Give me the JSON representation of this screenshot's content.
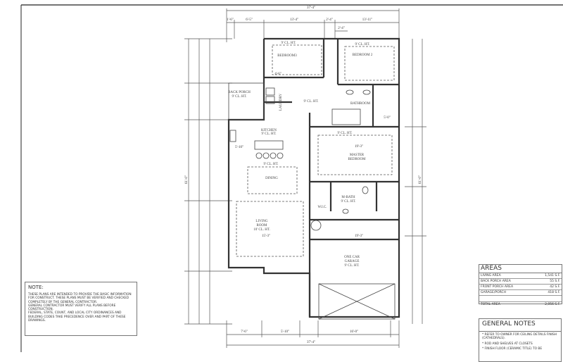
{
  "rooms": {
    "bedroom3": "BEDROOM3",
    "bedroom3_ht": "9' CL. HT.",
    "bedroom2": "BEDROOM 2",
    "bedroom2_ht": "9' CL. HT.",
    "back_porch": "BACK PORCH",
    "back_porch_ht": "9' CL. HT.",
    "laundry": "LAUNDRY",
    "hall_ht": "9' CL. HT.",
    "bathroom": "BATHROOM",
    "kitchen": "KITCHEN",
    "kitchen_ht": "9' CL. HT.",
    "master1": "MASTER",
    "master2": "BEDROOM",
    "master_ht": "9' CL. HT.",
    "dining": "DINING",
    "dining_ht": "9' CL. HT.",
    "living1": "LIVING",
    "living2": "ROOM",
    "living_ht": "10' CL. HT.",
    "mbath": "M-BATH",
    "mbath_ht": "9' CL. HT.",
    "wic": "W.I.C.",
    "garage1": "ONE CAR",
    "garage2": "GARAGE",
    "garage_ht": "9' CL. HT."
  },
  "dimensions": {
    "top_total": "37'-4\"",
    "top_1": "1'-6\"",
    "top_2": "6'-5\"",
    "top_3": "13'-4\"",
    "top_4": "2'-4\"",
    "top_5": "13'-11\"",
    "top_6": "2'-4\"",
    "bottom_total": "37'-4\"",
    "bottom_1": "7'-6\"",
    "bottom_2": "5'-10\"",
    "bottom_3": "16'-0\"",
    "left_total": "61'-0\"",
    "right_total": "61'-0\"",
    "master_w": "19'-3\"",
    "garage_w": "19'-3\"",
    "living_w": "15'-3\"",
    "kitchen_w": "5'-10\"",
    "bed3_w": "4'-6\"",
    "bath_w": "5'-0\""
  },
  "note": {
    "title": "NOTE:",
    "lines": [
      "These plans are intended to provide the basic information for construct. These plans must be verified and checked completely by the general contractor.",
      "General contractor must verify all plans before construction.",
      "Federal, state, count, and local city ordinances and building codes take precedence over and part of these drawings."
    ]
  },
  "areas": {
    "title": "AREAS",
    "rows": [
      {
        "label": "LIVING AREA",
        "value": "1,541 S.F."
      },
      {
        "label": "BACK PORCH AREA",
        "value": "55 S.F."
      },
      {
        "label": "FRONT PORCH AREA",
        "value": "42 S.F."
      },
      {
        "label": "GARAGE/PORCH",
        "value": "418 S.F."
      }
    ],
    "total_label": "TOTAL AREA",
    "total_value": "2,056 S.F."
  },
  "general_notes": {
    "title": "GENERAL NOTES",
    "items": [
      "* REFER TO OWNER FOR CEILING DETAILS FINISH (CATHEDRALS).",
      "* ROD AND SHELVES AT CLOSETS",
      "* FINISH FLOOR (CERAMIC TITLE) TO BE"
    ]
  }
}
